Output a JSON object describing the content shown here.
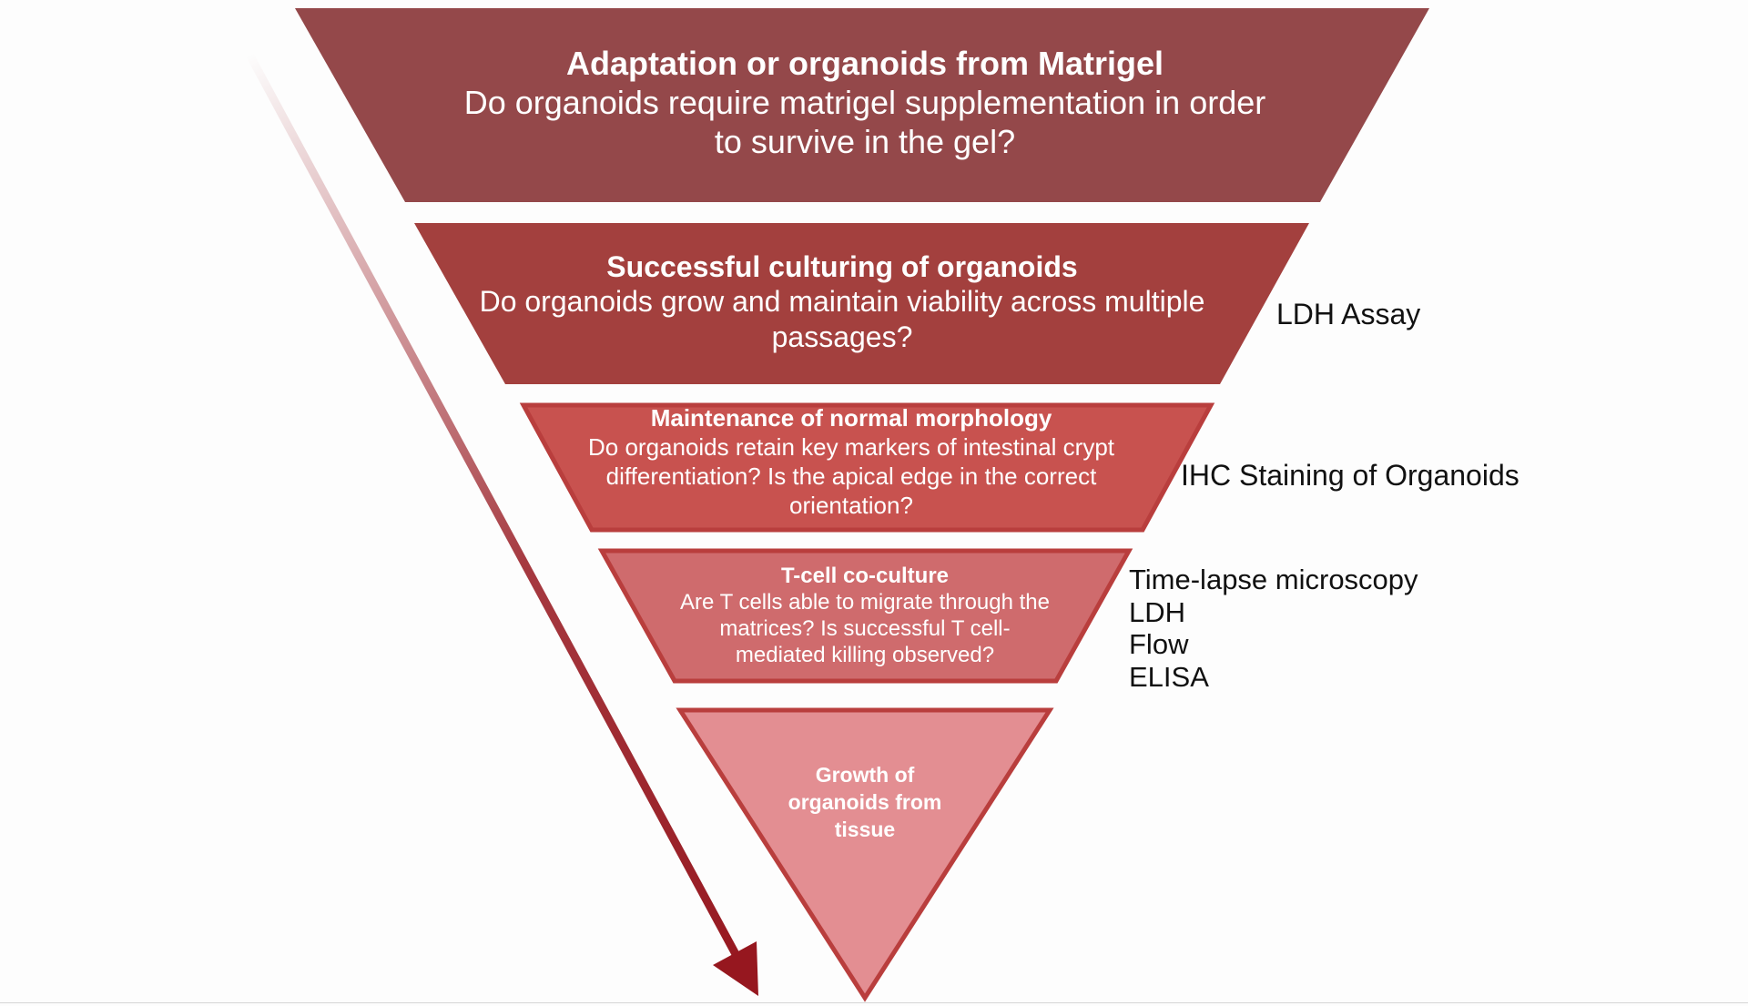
{
  "colors": {
    "tier1": "#94484a",
    "tier2": "#a3403e",
    "tier3": "#c8524f",
    "tier4": "#cf6b6d",
    "tier5": "#e38e92",
    "outline": "#b93e3d",
    "arrow": "#96171f",
    "assay_text": "#111111"
  },
  "tiers": [
    {
      "title": "Adaptation or organoids from Matrigel",
      "question_line1": "Do organoids require matrigel supplementation in order",
      "question_line2": "to survive in the gel?",
      "assays": []
    },
    {
      "title": "Successful culturing of organoids",
      "question_line1": "Do organoids grow and maintain viability across multiple",
      "question_line2": "passages?",
      "assays": [
        "LDH Assay"
      ]
    },
    {
      "title": "Maintenance of normal morphology",
      "question_line1": "Do organoids retain key markers of intestinal crypt",
      "question_line2": "differentiation? Is the apical edge in the correct",
      "question_line3": "orientation?",
      "assays": [
        "IHC Staining of Organoids"
      ]
    },
    {
      "title": "T-cell co-culture",
      "question_line1": "Are T cells able to migrate through the",
      "question_line2": "matrices? Is successful T cell-",
      "question_line3": "mediated killing observed?",
      "assays": [
        "Time-lapse microscopy",
        "LDH",
        "Flow",
        "ELISA"
      ]
    },
    {
      "title_line1": "Growth of",
      "title_line2": "organoids from",
      "title_line3": "tissue",
      "assays": []
    }
  ],
  "arrow": {
    "direction": "down-right",
    "style": "gradient-fade-from-top"
  }
}
